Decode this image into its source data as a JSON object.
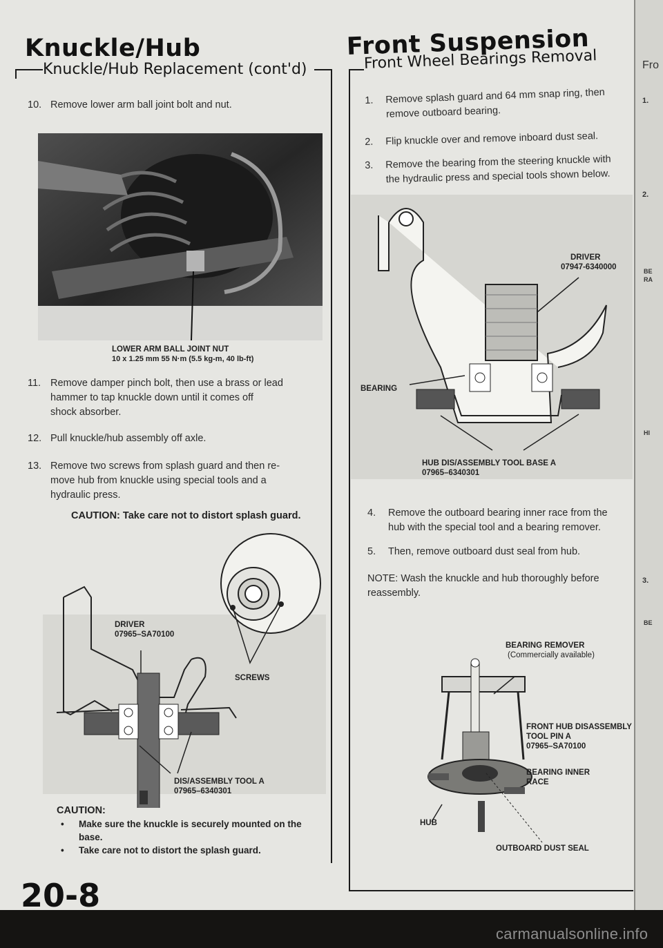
{
  "left": {
    "title": "Knuckle/Hub",
    "section": "Knuckle/Hub Replacement (cont'd)",
    "steps": [
      {
        "num": "10.",
        "text": "Remove lower arm ball joint bolt and nut."
      },
      {
        "num": "11.",
        "lines": [
          "Remove damper pinch bolt, then use a brass or lead",
          "hammer to tap knuckle down until it comes off",
          "shock absorber."
        ]
      },
      {
        "num": "12.",
        "text": "Pull knuckle/hub assembly off axle."
      },
      {
        "num": "13.",
        "lines": [
          "Remove two screws from splash guard and then re-",
          "move hub from knuckle using special tools and a",
          "hydraulic press."
        ]
      }
    ],
    "photo_label": {
      "line1": "LOWER ARM BALL JOINT NUT",
      "line2": "10 x 1.25 mm  55 N·m (5.5 kg-m, 40 lb-ft)"
    },
    "caution1": "CAUTION: Take care not to distort splash guard.",
    "fig_labels": {
      "driver": "DRIVER",
      "driver_pn": "07965–SA70100",
      "screws": "SCREWS",
      "tool": "DIS/ASSEMBLY TOOL A",
      "tool_pn": "07965–6340301"
    },
    "caution2": {
      "heading": "CAUTION:",
      "b1a": "Make sure the knuckle is securely mounted on the",
      "b1b": "base.",
      "b2": "Take care not to distort the splash guard."
    },
    "page_number": "20-8"
  },
  "right": {
    "title": "Front Suspension",
    "section": "Front Wheel Bearings Removal",
    "steps": [
      {
        "num": "1.",
        "lines": [
          "Remove splash guard and 64 mm snap ring, then",
          "remove outboard bearing."
        ]
      },
      {
        "num": "2.",
        "text": "Flip knuckle over and remove inboard dust seal."
      },
      {
        "num": "3.",
        "lines": [
          "Remove the bearing from the steering knuckle with",
          "the hydraulic press and special tools shown below."
        ]
      },
      {
        "num": "4.",
        "lines": [
          "Remove the outboard bearing inner race from the",
          "hub with the special tool and a bearing remover."
        ]
      },
      {
        "num": "5.",
        "text": "Then, remove outboard dust seal from hub."
      }
    ],
    "note": {
      "line1": "NOTE: Wash the knuckle and hub thoroughly before",
      "line2": "reassembly."
    },
    "fig1": {
      "driver": "DRIVER",
      "driver_pn": "07947-6340000",
      "bearing": "BEARING",
      "base": "HUB DIS/ASSEMBLY TOOL BASE A",
      "base_pn": "07965–6340301"
    },
    "fig2": {
      "remover": "BEARING REMOVER",
      "remover_sub": "(Commercially available)",
      "pin1": "FRONT HUB DISASSEMBLY",
      "pin2": "TOOL PIN A",
      "pin_pn": "07965–SA70100",
      "race1": "BEARING INNER",
      "race2": "RACE",
      "hub": "HUB",
      "seal": "OUTBOARD DUST SEAL"
    }
  },
  "margin_fragments": [
    "Fro",
    "1.",
    "2.",
    "BE",
    "RA",
    "HI",
    "3.",
    "BE"
  ],
  "watermark": "carmanualsonline.info"
}
